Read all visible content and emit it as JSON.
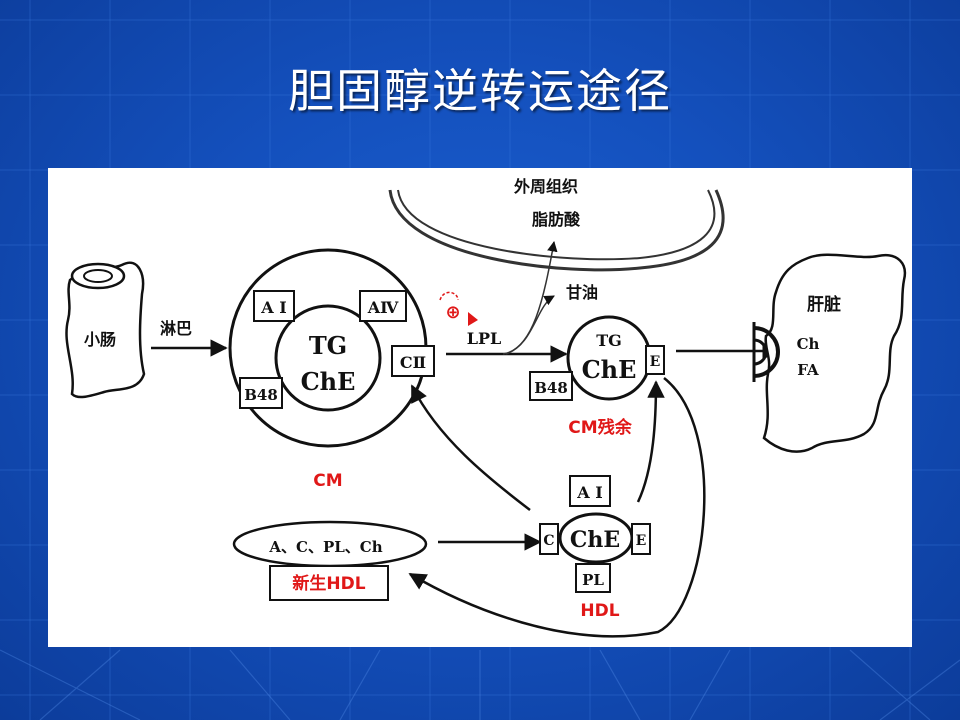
{
  "slide": {
    "title": "胆固醇逆转运途径"
  },
  "diagram": {
    "peripheral_tissue": "外周组织",
    "fatty_acid": "脂肪酸",
    "glycerol": "甘油",
    "small_intestine": "小肠",
    "lymph": "淋巴",
    "liver": "肝脏",
    "cm": {
      "tg": "TG",
      "che": "ChE",
      "ai": "A Ⅰ",
      "aiv": "AⅣ",
      "cii": "CⅡ",
      "b48": "B48",
      "label": "CM"
    },
    "activation_sign": "⊕",
    "lpl": "LPL",
    "cm_remnant": {
      "tg": "TG",
      "che": "ChE",
      "b48": "B48",
      "e": "E",
      "label": "CM残余"
    },
    "liver_ch": "Ch",
    "liver_fa": "FA",
    "nascent_components": "A、C、PL、Ch",
    "nascent_hdl": "新生HDL",
    "hdl": {
      "che": "ChE",
      "ai": "A Ⅰ",
      "c": "C",
      "e": "E",
      "pl": "PL",
      "label": "HDL"
    }
  }
}
